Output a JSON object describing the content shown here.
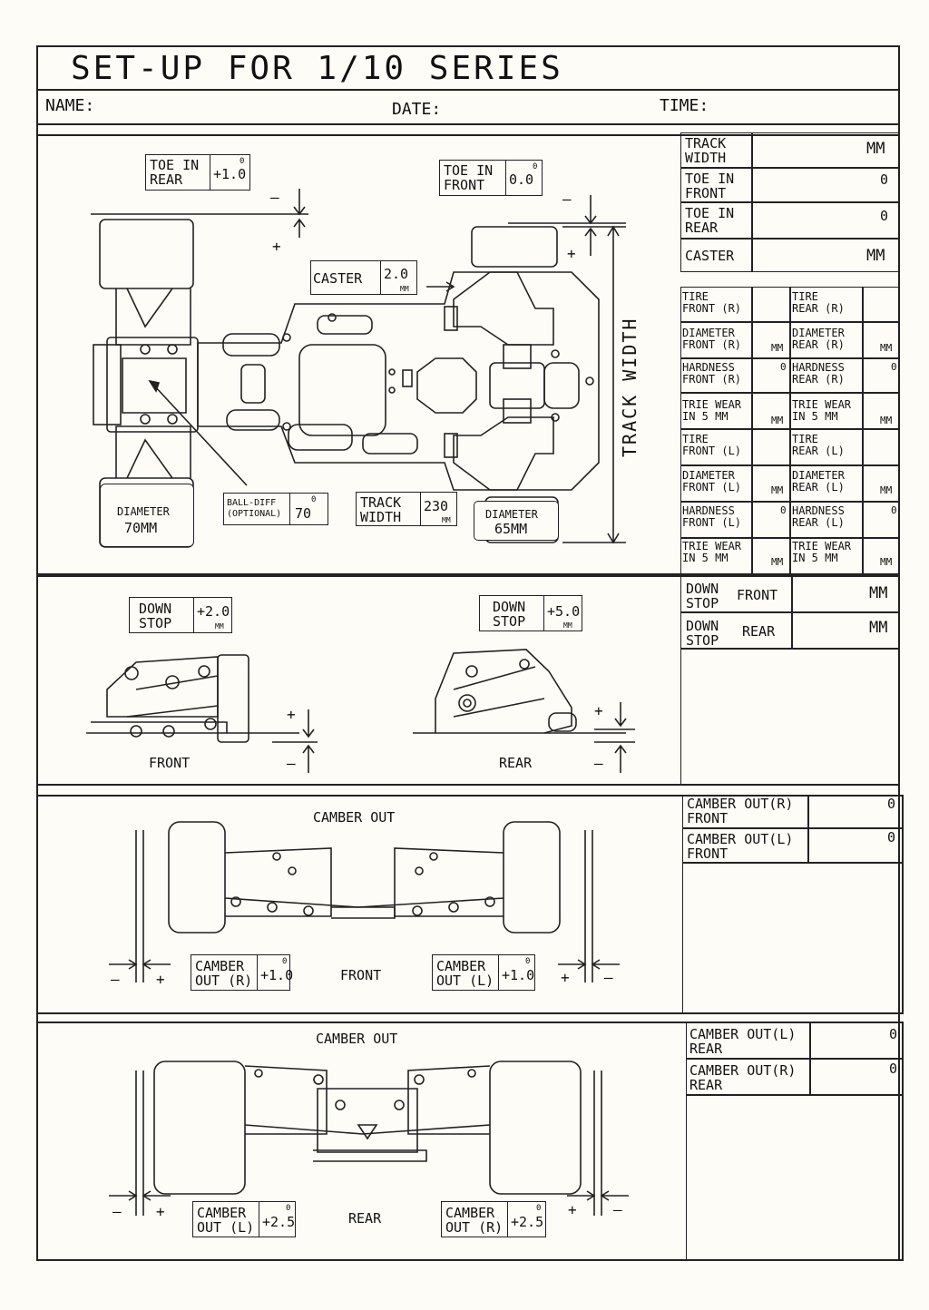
{
  "title": "SET-UP FOR 1/10 SERIES",
  "header": {
    "name_label": "NAME:",
    "date_label": "DATE:",
    "time_label": "TIME:"
  },
  "chassis": {
    "toe_rear": {
      "label": "TOE IN\nREAR",
      "value": "+1.0",
      "unit": "0"
    },
    "toe_front": {
      "label": "TOE IN\nFRONT",
      "value": "0.0",
      "unit": "0"
    },
    "caster": {
      "label": "CASTER",
      "value": "2.0",
      "unit": "MM"
    },
    "diameter_rear": {
      "label": "DIAMETER",
      "value": "70MM"
    },
    "ball_diff": {
      "label": "BALL-DIFF\n(OPTIONAL)",
      "value": "70",
      "unit": "0"
    },
    "track_width": {
      "label": "TRACK\nWIDTH",
      "value": "230",
      "unit": "MM"
    },
    "diameter_front": {
      "label": "DIAMETER",
      "value": "65MM"
    },
    "vertical_label": "TRACK WIDTH",
    "plus": "+",
    "minus": "–"
  },
  "right_table1": [
    {
      "label": "TRACK\nWIDTH",
      "unit": "MM"
    },
    {
      "label": "TOE IN\nFRONT",
      "unit": "0"
    },
    {
      "label": "TOE IN\nREAR",
      "unit": "0"
    },
    {
      "label": "CASTER",
      "unit": "MM"
    }
  ],
  "right_table2": [
    {
      "left": "TIRE\nFRONT (R)",
      "left_unit": "",
      "right": "TIRE\nREAR (R)",
      "right_unit": ""
    },
    {
      "left": "DIAMETER\nFRONT (R)",
      "left_unit": "MM",
      "right": "DIAMETER\nREAR (R)",
      "right_unit": "MM"
    },
    {
      "left": "HARDNESS\nFRONT (R)",
      "left_unit": "0",
      "right": "HARDNESS\nREAR (R)",
      "right_unit": "0"
    },
    {
      "left": "TRIE WEAR\nIN 5 MM",
      "left_unit": "MM",
      "right": "TRIE WEAR\nIN 5 MM",
      "right_unit": "MM"
    },
    {
      "left": "TIRE\nFRONT (L)",
      "left_unit": "",
      "right": "TIRE\nREAR (L)",
      "right_unit": ""
    },
    {
      "left": "DIAMETER\nFRONT (L)",
      "left_unit": "MM",
      "right": "DIAMETER\nREAR (L)",
      "right_unit": "MM"
    },
    {
      "left": "HARDNESS\nFRONT (L)",
      "left_unit": "0",
      "right": "HARDNESS\nREAR (L)",
      "right_unit": "0"
    },
    {
      "left": "TRIE WEAR\nIN 5 MM",
      "left_unit": "MM",
      "right": "TRIE WEAR\nIN 5 MM",
      "right_unit": "MM"
    }
  ],
  "downstop": {
    "front_box": {
      "label": "DOWN\nSTOP",
      "value": "+2.0",
      "unit": "MM"
    },
    "rear_box": {
      "label": "DOWN\nSTOP",
      "value": "+5.0",
      "unit": "MM"
    },
    "front_caption": "FRONT",
    "rear_caption": "REAR",
    "table": [
      {
        "label": "DOWN\nSTOP",
        "side": "FRONT",
        "unit": "MM"
      },
      {
        "label": "DOWN\nSTOP",
        "side": "REAR",
        "unit": "MM"
      }
    ]
  },
  "camber_front": {
    "title": "CAMBER OUT",
    "caption": "FRONT",
    "right_box": {
      "label": "CAMBER\nOUT (R)",
      "value": "+1.0",
      "unit": "0"
    },
    "left_box": {
      "label": "CAMBER\nOUT (L)",
      "value": "+1.0",
      "unit": "0"
    },
    "table": [
      {
        "label": "CAMBER OUT(R)\nFRONT",
        "unit": "0"
      },
      {
        "label": "CAMBER OUT(L)\nFRONT",
        "unit": "0"
      }
    ]
  },
  "camber_rear": {
    "title": "CAMBER OUT",
    "caption": "REAR",
    "left_box": {
      "label": "CAMBER\nOUT (L)",
      "value": "+2.5",
      "unit": "0"
    },
    "right_box": {
      "label": "CAMBER\nOUT (R)",
      "value": "+2.5",
      "unit": "0"
    },
    "table": [
      {
        "label": "CAMBER OUT(L)\nREAR",
        "unit": "0"
      },
      {
        "label": "CAMBER OUT(R)\nREAR",
        "unit": "0"
      }
    ]
  }
}
